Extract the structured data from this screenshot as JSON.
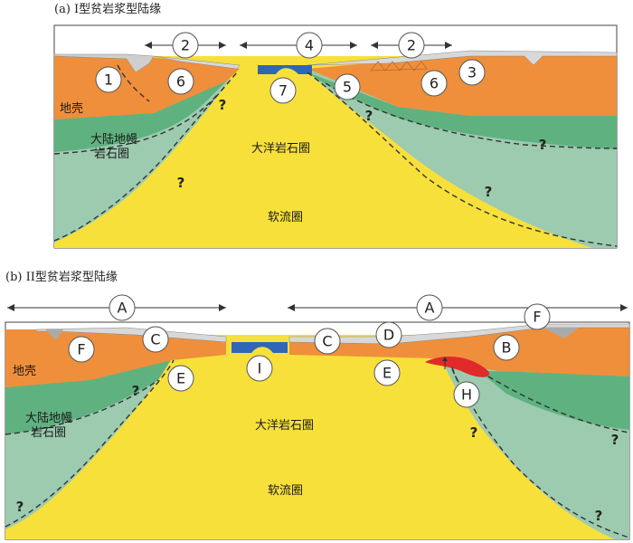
{
  "panel_a": {
    "caption": "(a) I型贫岩浆型陆缘",
    "labels": {
      "crust": "地壳",
      "mantle_line1": "大陆地幔",
      "mantle_line2": "岩石圈",
      "oceanic": "大洋岩石圈",
      "asthenosphere": "软流圈"
    },
    "callouts": [
      "1",
      "2",
      "2",
      "3",
      "4",
      "5",
      "6",
      "6",
      "7"
    ],
    "question_mark": "?"
  },
  "panel_b": {
    "caption": "(b) II型贫岩浆型陆缘",
    "labels": {
      "crust": "地壳",
      "mantle_line1": "大陆地幔",
      "mantle_line2": "岩石圈",
      "oceanic": "大洋岩石圈",
      "asthenosphere": "软流圈"
    },
    "callouts": [
      "A",
      "A",
      "B",
      "C",
      "C",
      "D",
      "E",
      "E",
      "F",
      "F",
      "H",
      "I"
    ],
    "question_mark": "?"
  },
  "colors": {
    "crust": "#ef8f3b",
    "mantle_dark": "#5fb27f",
    "mantle_light": "#9ccbb0",
    "asthenosphere": "#f7e03a",
    "ocean_crust": "#2f66b8",
    "sediment": "#d8d8d8",
    "magma": "#e02a2a"
  }
}
